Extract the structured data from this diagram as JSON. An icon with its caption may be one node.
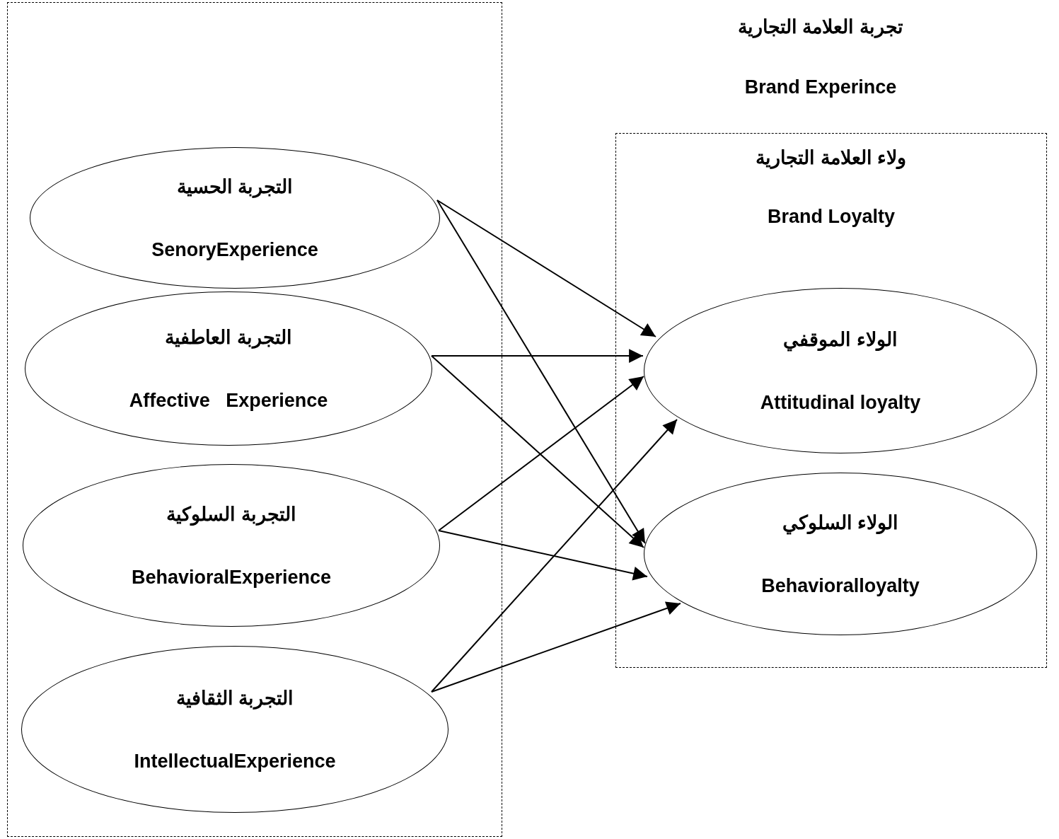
{
  "diagram": {
    "nodes": [
      {
        "text": [],
        "shape": "box"
      },
      {
        "text": [
          "التجربة الحسية",
          "SenoryExperience"
        ],
        "in": 0
      },
      {
        "text": [
          "التجربة العاطفية",
          "Affective   Experience"
        ],
        "in": 0
      },
      {
        "text": [
          "التجربة السلوكية",
          "BehavioralExperience"
        ],
        "in": 0
      },
      {
        "text": [
          "التجربة الثقافية",
          "IntellectualExperience"
        ],
        "in": 0
      },
      {
        "text": [
          "ولاء العلامة التجارية",
          "Brand Loyalty"
        ]
      },
      {
        "text": [
          "الولاء الموقفي",
          "Attitudinal loyalty"
        ],
        "in": 5
      },
      {
        "text": [
          "الولاء السلوكي",
          "Behavioralloyalty"
        ],
        "in": 5
      }
    ],
    "edges": [
      {
        "from": 1,
        "to": 6,
        "arrow": "to"
      },
      {
        "from": 1,
        "to": 7,
        "arrow": "to"
      },
      {
        "from": 2,
        "to": 6,
        "arrow": "to"
      },
      {
        "from": 2,
        "to": 7,
        "arrow": "to"
      },
      {
        "from": 3,
        "to": 6,
        "arrow": "to"
      },
      {
        "from": 3,
        "to": 7,
        "arrow": "to"
      },
      {
        "from": 4,
        "to": 6,
        "arrow": "to"
      },
      {
        "from": 4,
        "to": 7,
        "arrow": "to"
      }
    ],
    "labels": [
      "تجربة العلامة التجارية",
      "Brand Experince"
    ]
  }
}
